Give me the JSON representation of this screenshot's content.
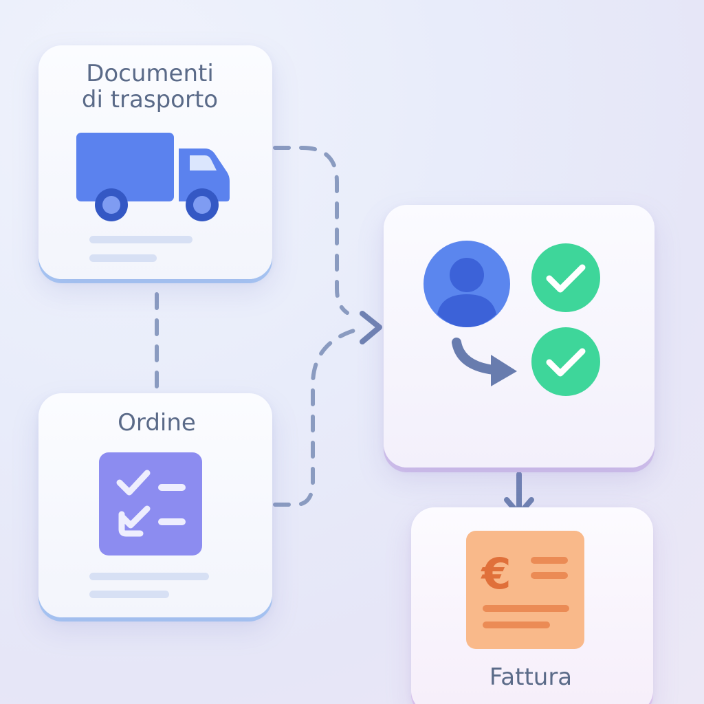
{
  "cards": {
    "transport": {
      "title_line1": "Documenti",
      "title_line2": "di trasporto"
    },
    "order": {
      "title": "Ordine"
    },
    "invoice": {
      "title": "Fattura"
    }
  },
  "icons": {
    "transport": "truck-icon",
    "order": "checklist-icon",
    "user": "user-avatar-icon",
    "check_top": "check-circle-icon",
    "check_bottom": "check-circle-icon",
    "flow_arrow": "curved-arrow-icon",
    "invoice": "euro-invoice-icon"
  },
  "colors": {
    "truck": "#5b82ee",
    "truck_window": "#dbe6fd",
    "wheel": "#3458c4",
    "checklist_bg": "#8c8cf0",
    "avatar": "#5b86ee",
    "check": "#3ed69a",
    "arrow": "#687cae",
    "invoice_bg": "#f9b98a",
    "euro": "#e0703a",
    "text": "#5a6a88"
  }
}
